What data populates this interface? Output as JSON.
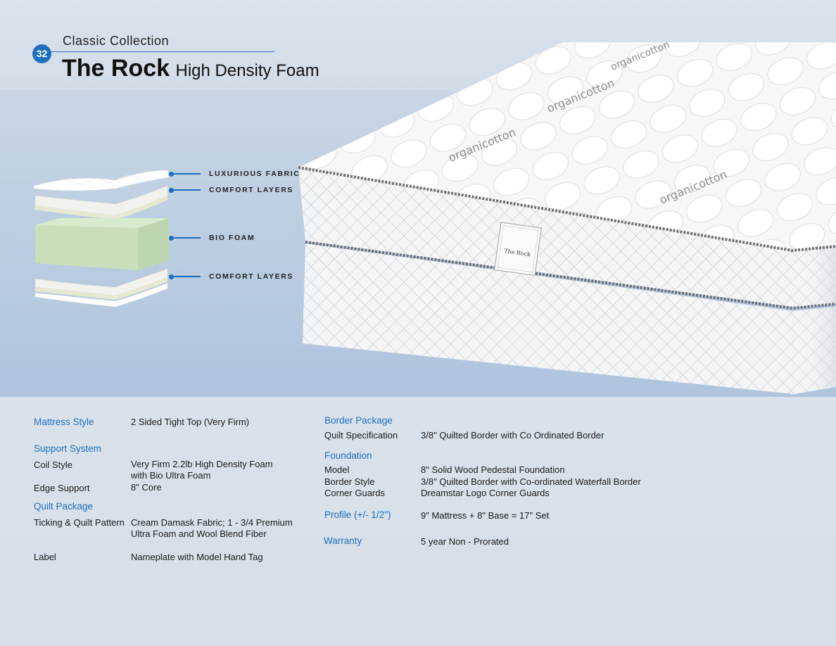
{
  "header": {
    "page_number": "32",
    "collection": "Classic Collection",
    "product_name": "The Rock",
    "product_subtitle": "High Density Foam"
  },
  "layers": [
    {
      "label": "LUXURIOUS FABRIC"
    },
    {
      "label": "COMFORT LAYERS"
    },
    {
      "label": "BIO FOAM"
    },
    {
      "label": "COMFORT LAYERS"
    }
  ],
  "mattress_image": {
    "top_fabric_text": "organicotton",
    "nameplate_text": "The Rock"
  },
  "specs_left": {
    "mattress_style": {
      "label": "Mattress Style",
      "value": "2 Sided Tight Top (Very Firm)"
    },
    "support_system": {
      "heading": "Support System",
      "coil_style": {
        "label": "Coil Style",
        "value_line1": "Very Firm 2.2lb High Density Foam",
        "value_line2": "with Bio Ultra Foam"
      },
      "edge_support": {
        "label": "Edge Support",
        "value": "8\" Core"
      }
    },
    "quilt_package": {
      "heading": "Quilt Package",
      "ticking": {
        "label": "Ticking & Quilt Pattern",
        "value_line1": "Cream Damask Fabric; 1 - 3/4 Premium",
        "value_line2": "Ultra Foam and Wool Blend Fiber"
      },
      "label_row": {
        "label": "Label",
        "value": "Nameplate with Model Hand Tag"
      }
    }
  },
  "specs_right": {
    "border_package": {
      "heading": "Border Package",
      "quilt_spec": {
        "label": "Quilt Specification",
        "value": "3/8\" Quilted Border with Co Ordinated Border"
      }
    },
    "foundation": {
      "heading": "Foundation",
      "model": {
        "label": "Model",
        "value": "8\" Solid Wood Pedestal Foundation"
      },
      "border_style": {
        "label": "Border Style",
        "value": "3/8\" Quilted Border with Co-ordinated Waterfall Border"
      },
      "corner_guards": {
        "label": "Corner Guards",
        "value": "Dreamstar Logo Corner Guards"
      }
    },
    "profile": {
      "label": "Profile (+/- 1/2\")",
      "value": "9\" Mattress + 8\" Base = 17\" Set"
    },
    "warranty": {
      "label": "Warranty",
      "value": "5 year Non - Prorated"
    }
  },
  "colors": {
    "accent_blue": "#1d6fbf",
    "badge_blue": "#1f6fbd",
    "bio_foam_green": "#cfe3c2"
  }
}
